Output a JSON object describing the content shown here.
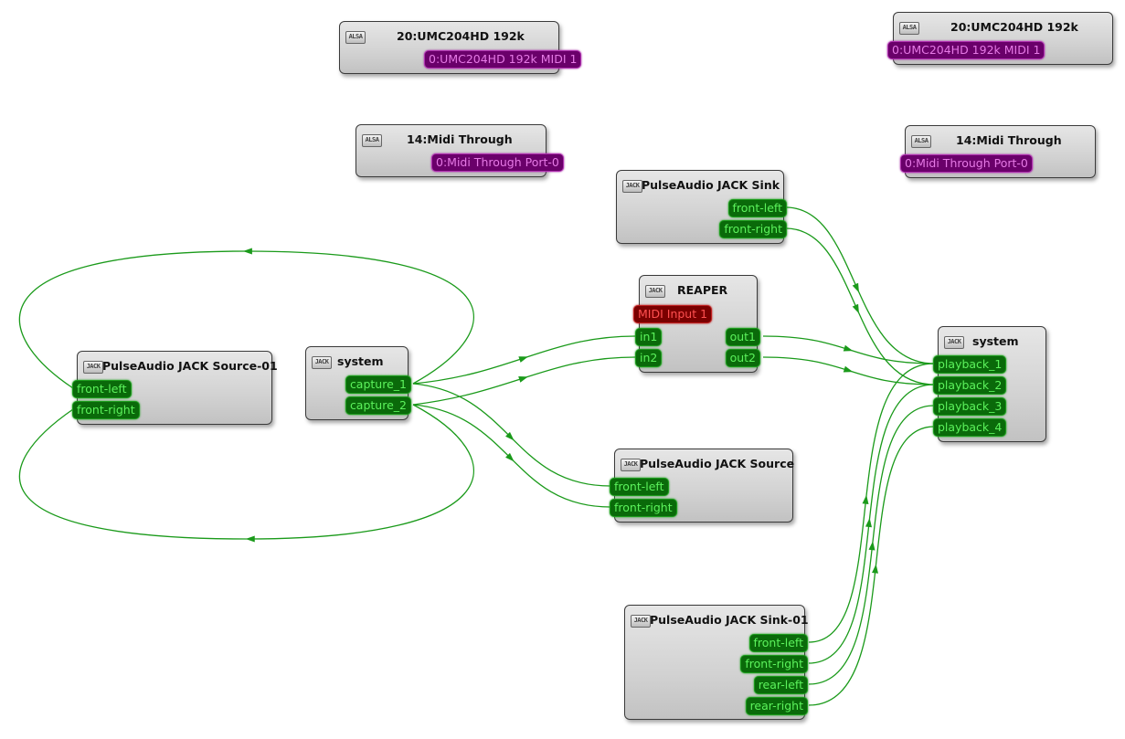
{
  "colors": {
    "audio_wire": "#1a9a1a",
    "audio_port_bg": "#0a6a0a",
    "midi_port_bg": "#6a006a",
    "reaper_midi_bg": "#7a0000"
  },
  "nodes": {
    "alsa_umc_left": {
      "icon": "ALSA",
      "title": "20:UMC204HD 192k",
      "ports": [
        {
          "label": "0:UMC204HD 192k MIDI 1",
          "type": "midi"
        }
      ]
    },
    "alsa_umc_right": {
      "icon": "ALSA",
      "title": "20:UMC204HD 192k",
      "ports": [
        {
          "label": "0:UMC204HD 192k MIDI 1",
          "type": "midi"
        }
      ]
    },
    "alsa_thru_left": {
      "icon": "ALSA",
      "title": "14:Midi Through",
      "ports": [
        {
          "label": "0:Midi Through Port-0",
          "type": "midi"
        }
      ]
    },
    "alsa_thru_right": {
      "icon": "ALSA",
      "title": "14:Midi Through",
      "ports": [
        {
          "label": "0:Midi Through Port-0",
          "type": "midi"
        }
      ]
    },
    "pa_sink": {
      "icon": "JACK",
      "title": "PulseAudio JACK Sink",
      "ports": [
        {
          "label": "front-left"
        },
        {
          "label": "front-right"
        }
      ]
    },
    "reaper": {
      "icon": "JACK",
      "title": "REAPER",
      "midi_in": "MIDI Input 1",
      "inputs": [
        {
          "label": "in1"
        },
        {
          "label": "in2"
        }
      ],
      "outputs": [
        {
          "label": "out1"
        },
        {
          "label": "out2"
        }
      ]
    },
    "pa_source01": {
      "icon": "JACK",
      "title": "PulseAudio JACK Source-01",
      "ports": [
        {
          "label": "front-left"
        },
        {
          "label": "front-right"
        }
      ]
    },
    "system_capture": {
      "icon": "JACK",
      "title": "system",
      "ports": [
        {
          "label": "capture_1"
        },
        {
          "label": "capture_2"
        }
      ]
    },
    "pa_source": {
      "icon": "JACK",
      "title": "PulseAudio JACK Source",
      "ports": [
        {
          "label": "front-left"
        },
        {
          "label": "front-right"
        }
      ]
    },
    "system_playback": {
      "icon": "JACK",
      "title": "system",
      "ports": [
        {
          "label": "playback_1"
        },
        {
          "label": "playback_2"
        },
        {
          "label": "playback_3"
        },
        {
          "label": "playback_4"
        }
      ]
    },
    "pa_sink01": {
      "icon": "JACK",
      "title": "PulseAudio JACK Sink-01",
      "ports": [
        {
          "label": "front-left"
        },
        {
          "label": "front-right"
        },
        {
          "label": "rear-left"
        },
        {
          "label": "rear-right"
        }
      ]
    }
  },
  "connections": [
    {
      "from": "system:capture_1",
      "to": "REAPER:in1"
    },
    {
      "from": "system:capture_2",
      "to": "REAPER:in2"
    },
    {
      "from": "system:capture_1",
      "to": "PulseAudio JACK Source:front-left"
    },
    {
      "from": "system:capture_2",
      "to": "PulseAudio JACK Source:front-right"
    },
    {
      "from": "system:capture_1",
      "to": "PulseAudio JACK Source-01:front-left"
    },
    {
      "from": "system:capture_2",
      "to": "PulseAudio JACK Source-01:front-right"
    },
    {
      "from": "REAPER:out1",
      "to": "system:playback_1"
    },
    {
      "from": "REAPER:out2",
      "to": "system:playback_2"
    },
    {
      "from": "PulseAudio JACK Sink:front-left",
      "to": "system:playback_1"
    },
    {
      "from": "PulseAudio JACK Sink:front-right",
      "to": "system:playback_2"
    },
    {
      "from": "PulseAudio JACK Sink-01:front-left",
      "to": "system:playback_1"
    },
    {
      "from": "PulseAudio JACK Sink-01:front-right",
      "to": "system:playback_2"
    },
    {
      "from": "PulseAudio JACK Sink-01:rear-left",
      "to": "system:playback_3"
    },
    {
      "from": "PulseAudio JACK Sink-01:rear-right",
      "to": "system:playback_4"
    }
  ]
}
